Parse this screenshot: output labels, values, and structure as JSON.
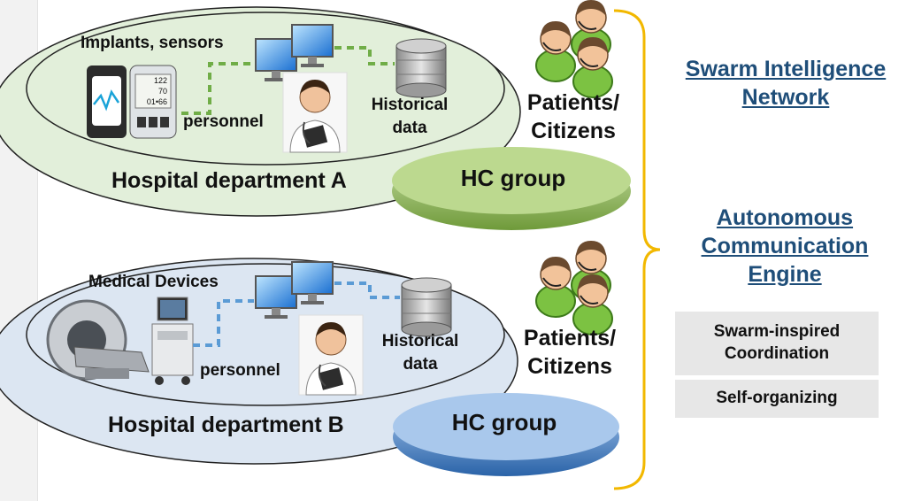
{
  "dept_a": {
    "title": "Hospital department A",
    "devices_label": "Implants, sensors",
    "personnel_label": "personnel",
    "historical_label": "Historical\ndata",
    "monitor_values": [
      "122",
      "70",
      "01•66"
    ]
  },
  "dept_b": {
    "title": "Hospital department B",
    "devices_label": "Medical Devices",
    "personnel_label": "personnel",
    "historical_label": "Historical\ndata"
  },
  "patients_label": "Patients/\nCitizens",
  "hc_group_label": "HC group",
  "right_panel": {
    "swarm_link": "Swarm Intelligence\nNetwork",
    "autonomous_link": "Autonomous\nCommunication\nEngine",
    "box1": "Swarm-inspired\nCoordination",
    "box2": "Self-organizing"
  },
  "colors": {
    "green_fill": "#e2efda",
    "green_disc": "#8fb35a",
    "blue_fill": "#dce6f2",
    "blue_disc": "#3d78bd",
    "bracket": "#f2b800",
    "link": "#1f4e79"
  }
}
